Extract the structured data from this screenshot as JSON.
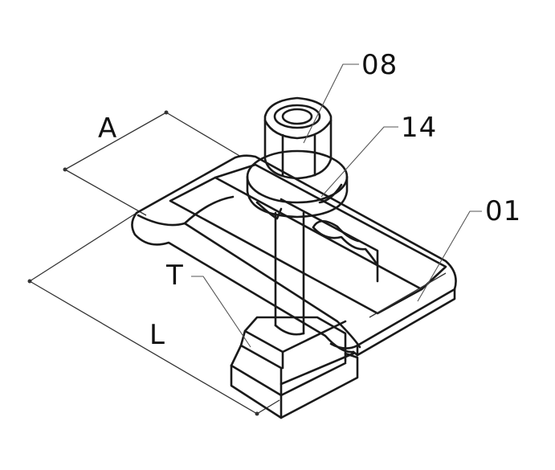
{
  "drawing": {
    "callouts": [
      {
        "id": "part-08",
        "text": "08"
      },
      {
        "id": "part-14",
        "text": "14"
      },
      {
        "id": "part-01",
        "text": "01"
      },
      {
        "id": "part-T",
        "text": "T"
      }
    ],
    "dimensions": [
      {
        "id": "dim-A",
        "text": "A"
      },
      {
        "id": "dim-L",
        "text": "L"
      }
    ],
    "colors": {
      "line": "#1a1a1a",
      "background": "#ffffff"
    }
  }
}
